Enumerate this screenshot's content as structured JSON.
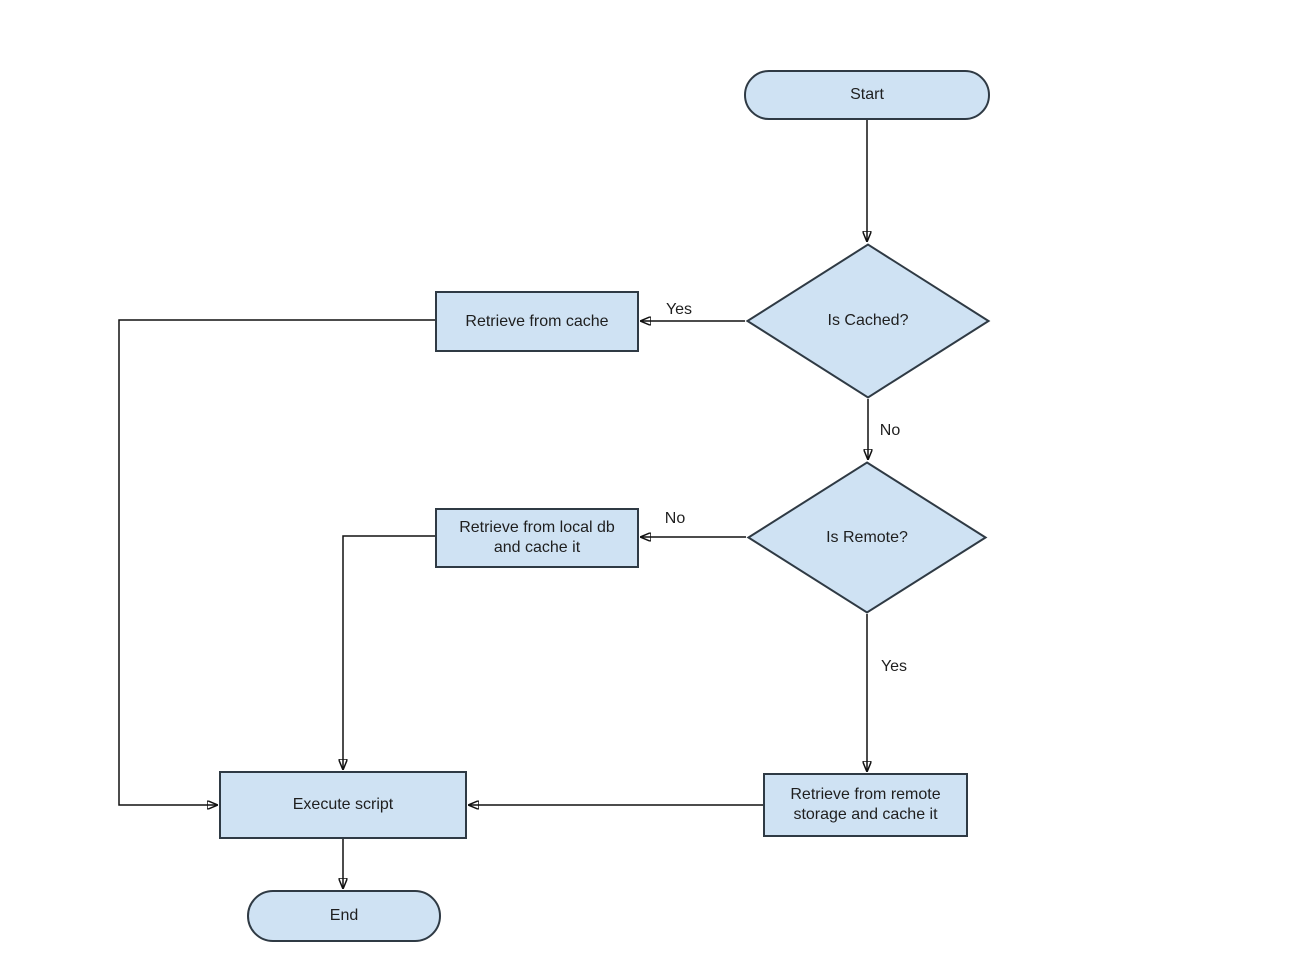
{
  "diagram": {
    "type": "flowchart",
    "colors": {
      "background": "#ffffff",
      "node_fill": "#cfe2f3",
      "node_stroke": "#2f3a44",
      "connector": "#111111",
      "text": "#1f1f1f"
    },
    "nodes": {
      "start": {
        "label": "Start",
        "shape": "terminator"
      },
      "is_cached": {
        "label": "Is Cached?",
        "shape": "decision"
      },
      "retrieve_cache": {
        "label": "Retrieve from cache",
        "shape": "process"
      },
      "is_remote": {
        "label": "Is Remote?",
        "shape": "decision"
      },
      "retrieve_local": {
        "label": "Retrieve from local db and cache it",
        "shape": "process"
      },
      "retrieve_remote": {
        "label": "Retrieve from remote storage and cache it",
        "shape": "process"
      },
      "execute": {
        "label": "Execute script",
        "shape": "process"
      },
      "end": {
        "label": "End",
        "shape": "terminator"
      }
    },
    "edges": [
      {
        "from": "start",
        "to": "is_cached",
        "label": ""
      },
      {
        "from": "is_cached",
        "to": "retrieve_cache",
        "label": "Yes"
      },
      {
        "from": "is_cached",
        "to": "is_remote",
        "label": "No"
      },
      {
        "from": "is_remote",
        "to": "retrieve_local",
        "label": "No"
      },
      {
        "from": "is_remote",
        "to": "retrieve_remote",
        "label": "Yes"
      },
      {
        "from": "retrieve_cache",
        "to": "execute",
        "label": ""
      },
      {
        "from": "retrieve_local",
        "to": "execute",
        "label": ""
      },
      {
        "from": "retrieve_remote",
        "to": "execute",
        "label": ""
      },
      {
        "from": "execute",
        "to": "end",
        "label": ""
      }
    ]
  }
}
